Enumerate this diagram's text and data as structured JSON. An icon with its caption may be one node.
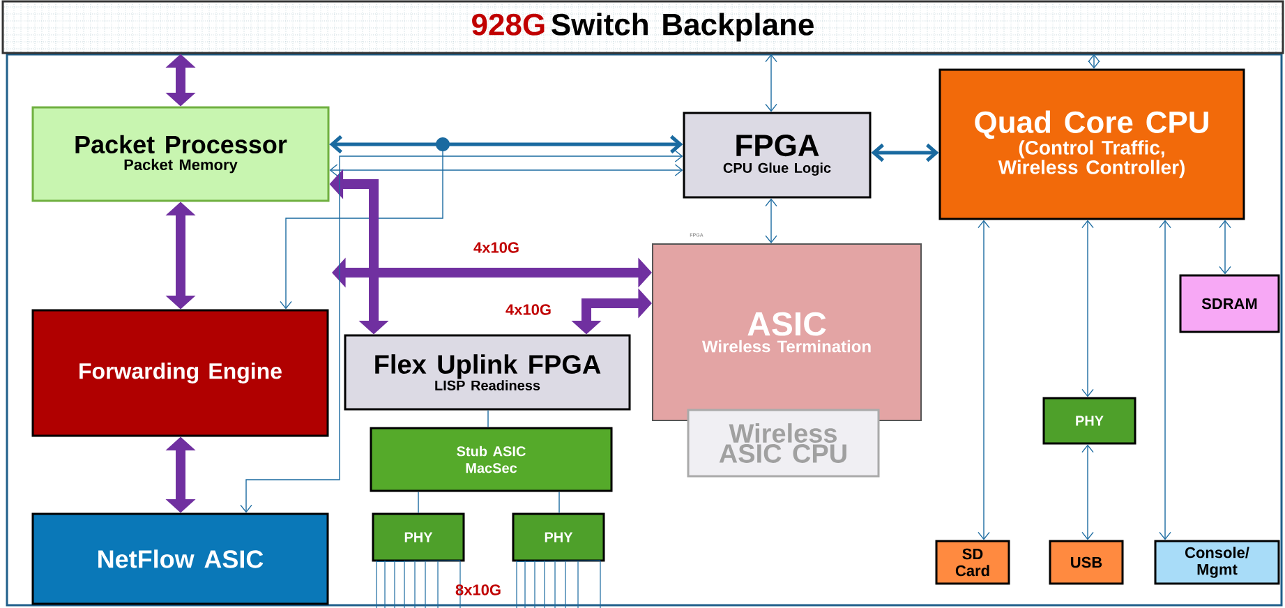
{
  "diagram": {
    "nodes": [
      {
        "text": [
          "928G",
          "Switch Backplane"
        ]
      },
      {
        "text": [
          "Packet Processor",
          "Packet Memory"
        ]
      },
      {
        "text": [
          "FPGA",
          "CPU Glue Logic"
        ]
      },
      {
        "text": [
          "Quad Core CPU",
          "(Control Traffic, Wireless Controller)"
        ]
      },
      {
        "text": [
          "Forwarding Engine"
        ]
      },
      {
        "text": [
          "Flex Uplink FPGA",
          "LISP Readiness"
        ]
      },
      {
        "text": [
          "ASIC",
          "Wireless Termination"
        ]
      },
      {
        "text": [
          "Wireless ASIC CPU"
        ]
      },
      {
        "text": [
          "SDRAM"
        ]
      },
      {
        "text": [
          "Stub ASIC MacSec"
        ]
      },
      {
        "text": [
          "NetFlow ASIC"
        ]
      },
      {
        "text": [
          "PHY"
        ]
      },
      {
        "text": [
          "PHY"
        ]
      },
      {
        "text": [
          "PHY"
        ]
      },
      {
        "text": [
          "SD Card"
        ]
      },
      {
        "text": [
          "USB"
        ]
      },
      {
        "text": [
          "Console/ Mgmt"
        ]
      }
    ],
    "edges": [
      {
        "from": 0,
        "to": 1,
        "arrow": "both",
        "style": "thick",
        "color": "#7030a0"
      },
      {
        "from": 0,
        "to": 2,
        "arrow": "both"
      },
      {
        "from": 0,
        "to": 3,
        "arrow": "both"
      },
      {
        "from": 1,
        "to": 2,
        "arrow": "both",
        "style": "thick"
      },
      {
        "from": 1,
        "to": 2,
        "arrow": "both"
      },
      {
        "from": 1,
        "to": 4,
        "arrow": "to"
      },
      {
        "from": 1,
        "to": 4,
        "arrow": "both",
        "style": "thick",
        "color": "#7030a0"
      },
      {
        "from": 4,
        "to": 10,
        "arrow": "both",
        "style": "thick",
        "color": "#7030a0"
      },
      {
        "from": 1,
        "to": 5,
        "arrow": "both",
        "style": "thick",
        "color": "#7030a0"
      },
      {
        "from": null,
        "to": 6,
        "arrow": "both",
        "style": "thick",
        "color": "#7030a0",
        "label": "4x10G"
      },
      {
        "from": 5,
        "to": 6,
        "arrow": "both",
        "style": "thick",
        "color": "#7030a0",
        "label": "4x10G"
      },
      {
        "from": 2,
        "to": 3,
        "arrow": "both",
        "style": "thick"
      },
      {
        "from": 2,
        "to": 6,
        "arrow": "both"
      },
      {
        "from": 5,
        "to": 9,
        "arrow": "none"
      },
      {
        "from": 2,
        "to": 10,
        "arrow": "both"
      },
      {
        "from": 9,
        "to": 11,
        "arrow": "none"
      },
      {
        "from": 9,
        "to": 12,
        "arrow": "none"
      },
      {
        "from": 3,
        "to": 14,
        "arrow": "both"
      },
      {
        "from": 3,
        "to": 13,
        "arrow": "both"
      },
      {
        "from": 13,
        "to": 15,
        "arrow": "both"
      },
      {
        "from": 3,
        "to": 16,
        "arrow": "both"
      },
      {
        "from": 3,
        "to": 8,
        "arrow": "both"
      },
      {
        "from": 11,
        "to": null,
        "arrow": "none"
      },
      {
        "from": 12,
        "to": null,
        "arrow": "none"
      }
    ],
    "labels": [
      "FPGA",
      "8x10G"
    ]
  }
}
